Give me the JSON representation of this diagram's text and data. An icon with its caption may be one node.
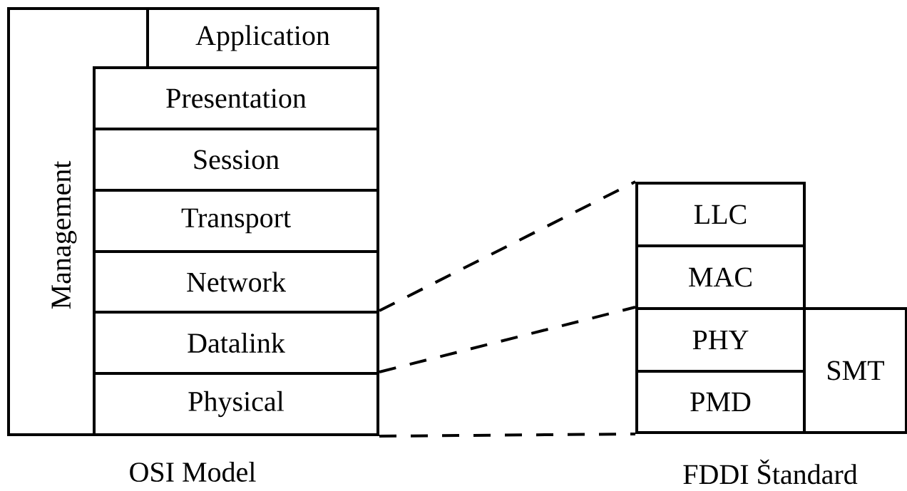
{
  "diagram": {
    "nodes": [
      {
        "text": [
          "Management"
        ]
      },
      {
        "text": [
          "Application"
        ],
        "in": 0
      },
      {
        "text": [
          "Presentation"
        ],
        "in": 0
      },
      {
        "text": [
          "Session"
        ],
        "in": 0
      },
      {
        "text": [
          "Transport"
        ],
        "in": 0
      },
      {
        "text": [
          "Network"
        ],
        "in": 0
      },
      {
        "text": [
          "Datalink"
        ],
        "in": 0
      },
      {
        "text": [
          "Physical"
        ],
        "in": 0
      },
      {
        "text": [
          "LLC"
        ]
      },
      {
        "text": [
          "MAC"
        ]
      },
      {
        "text": [
          "PHY"
        ]
      },
      {
        "text": [
          "PMD"
        ]
      },
      {
        "text": [
          "SMT"
        ]
      }
    ],
    "edges": [
      {
        "from": 6,
        "to": 8,
        "arrow": "none",
        "style": "dashed"
      },
      {
        "from": 7,
        "to": 10,
        "arrow": "none",
        "style": "dashed"
      },
      {
        "from": 7,
        "to": 11,
        "arrow": "none",
        "style": "dashed"
      }
    ],
    "labels": [
      "OSI Model",
      "FDDI Štandard"
    ]
  }
}
